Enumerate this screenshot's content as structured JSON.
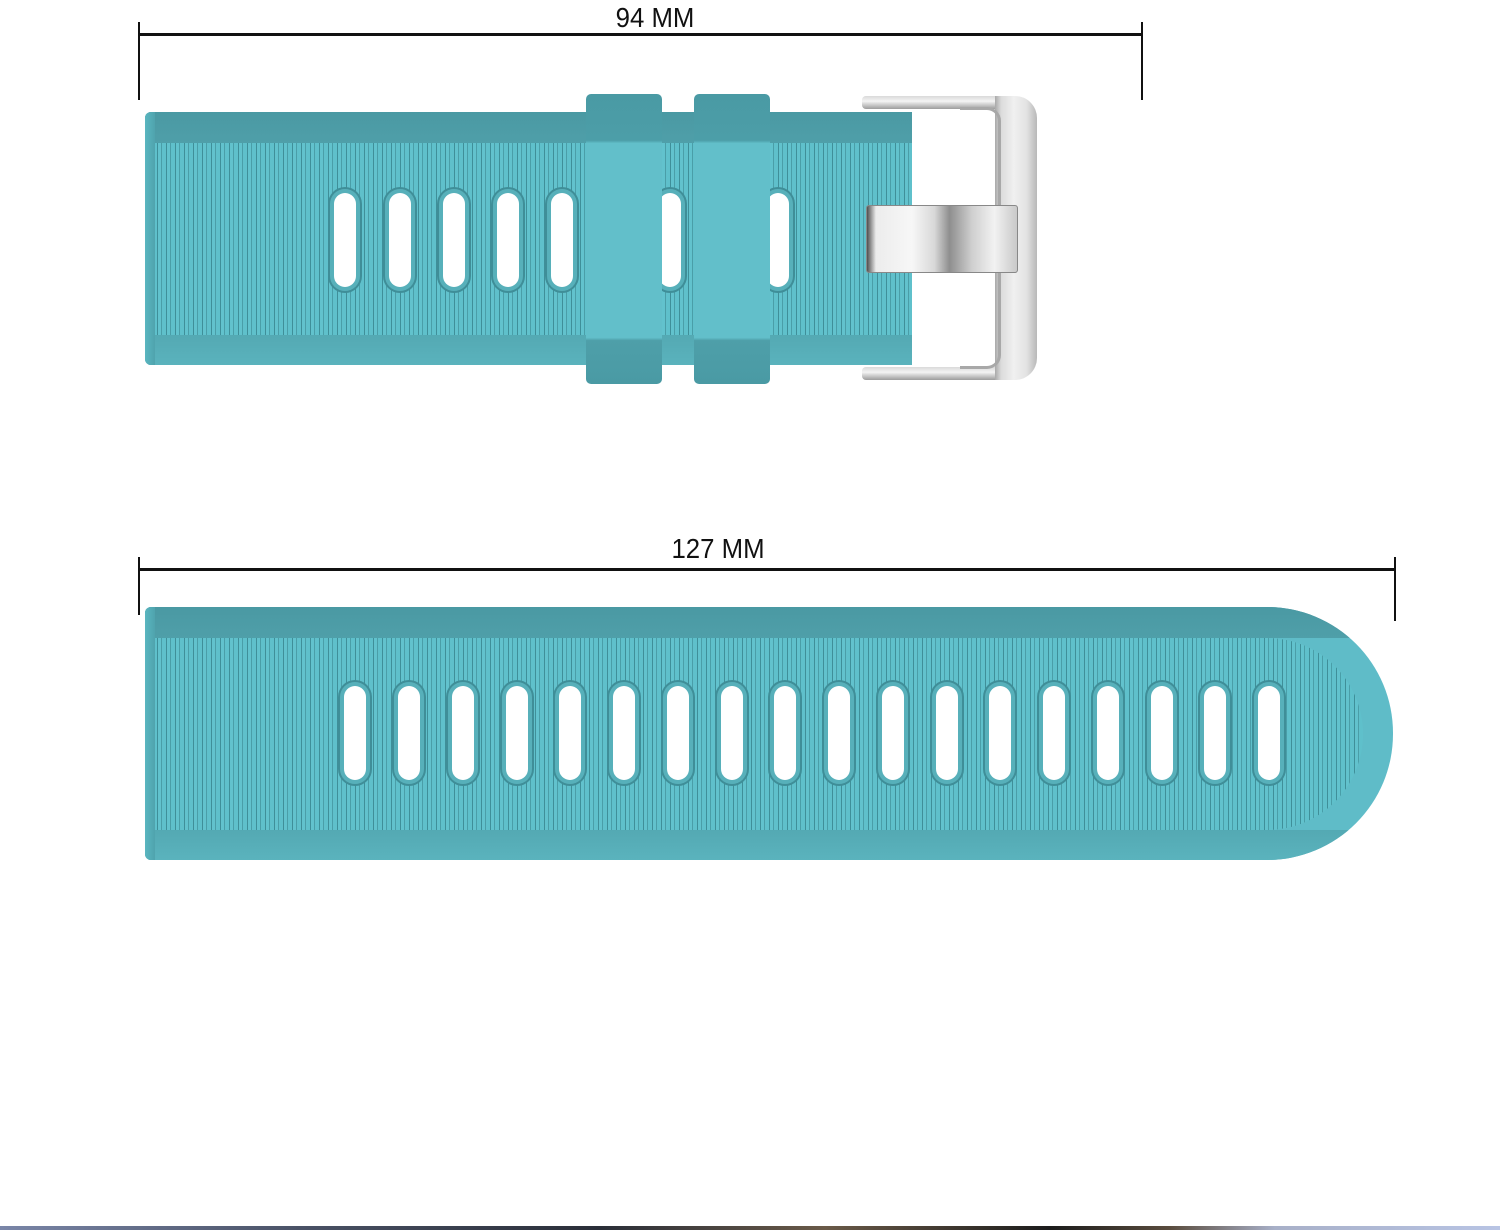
{
  "figure": {
    "title": "Silicone watch band dimension diagram",
    "colors": {
      "strap": "#5fbcc8",
      "strap_edge": "#4a9aa4",
      "buckle": "#e0e0e0",
      "line": "#111111",
      "background": "#ffffff"
    }
  },
  "top_piece": {
    "dimension_label": "94 MM",
    "part": "buckle-side strap",
    "visible_holes": 7,
    "keeper_loops": 2,
    "hardware": "stainless steel tang buckle"
  },
  "bottom_piece": {
    "dimension_label": "127 MM",
    "part": "hole-side strap",
    "holes": 18,
    "end_shape": "rounded"
  }
}
